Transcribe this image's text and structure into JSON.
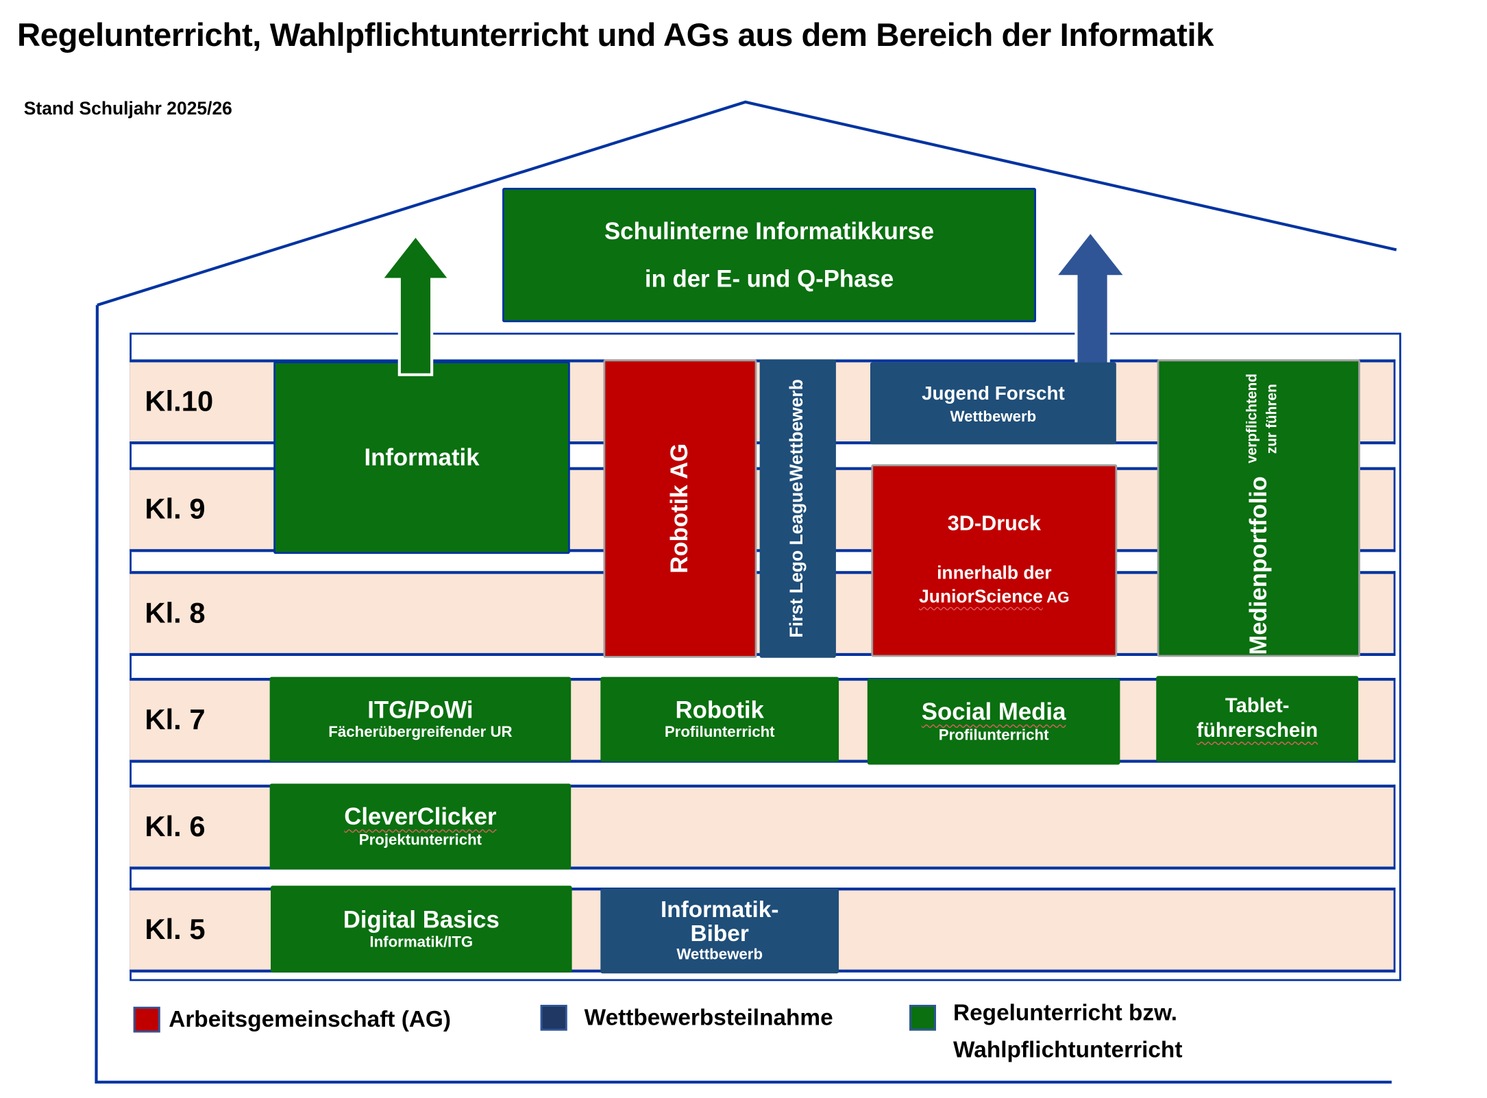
{
  "title": "Regelunterricht, Wahlpflichtunterricht und AGs aus dem Bereich der Informatik",
  "subtitle": "Stand Schuljahr 2025/26",
  "top_box": {
    "line1": "Schulinterne Informatikkurse",
    "line2": "in der E- und Q-Phase"
  },
  "rows": [
    "Kl.10",
    "Kl. 9",
    "Kl. 8",
    "Kl. 7",
    "Kl. 6",
    "Kl. 5"
  ],
  "boxes": {
    "informatik": {
      "title": "Informatik"
    },
    "robotik_ag": {
      "title": "Robotik AG"
    },
    "first_lego": {
      "line1": "First Lego League",
      "line2": "Wettbewerb"
    },
    "jugend_forscht": {
      "title": "Jugend Forscht",
      "sub": "Wettbewerb"
    },
    "druck3d": {
      "title": "3D-Druck",
      "line2": "innerhalb der",
      "line3a": "JuniorScience",
      "line3b": " AG"
    },
    "medienportfolio": {
      "title": "Medienportfolio",
      "sub": "verpflichtend zur führen"
    },
    "itg_powi": {
      "title": "ITG/PoWi",
      "sub": "Fächerübergreifender UR"
    },
    "robotik": {
      "title": "Robotik",
      "sub": "Profilunterricht"
    },
    "social_media": {
      "title": "Social Media",
      "sub": "Profilunterricht"
    },
    "tablet": {
      "line1": "Tablet-",
      "line2": "führerschein"
    },
    "cleverclicker": {
      "title": "CleverClicker",
      "sub": "Projektunterricht"
    },
    "digital_basics": {
      "title": "Digital Basics",
      "sub": "Informatik/ITG"
    },
    "biber": {
      "line1": "Informatik-",
      "line2": "Biber",
      "sub": "Wettbewerb"
    }
  },
  "legend": [
    {
      "label": "Arbeitsgemeinschaft (AG)",
      "color": "#c00000"
    },
    {
      "label": "Wettbewerbsteilnahme",
      "color": "#1f3864"
    },
    {
      "label": "Regelunterricht bzw.",
      "label2": "Wahlpflichtunterricht",
      "color": "#0a7010"
    }
  ],
  "colors": {
    "green": "#0a7010",
    "red": "#c00000",
    "blue": "#1f4e79",
    "arrow_blue": "#2f5597",
    "row_bg": "#fbe5d6",
    "outline": "#0033a0"
  }
}
